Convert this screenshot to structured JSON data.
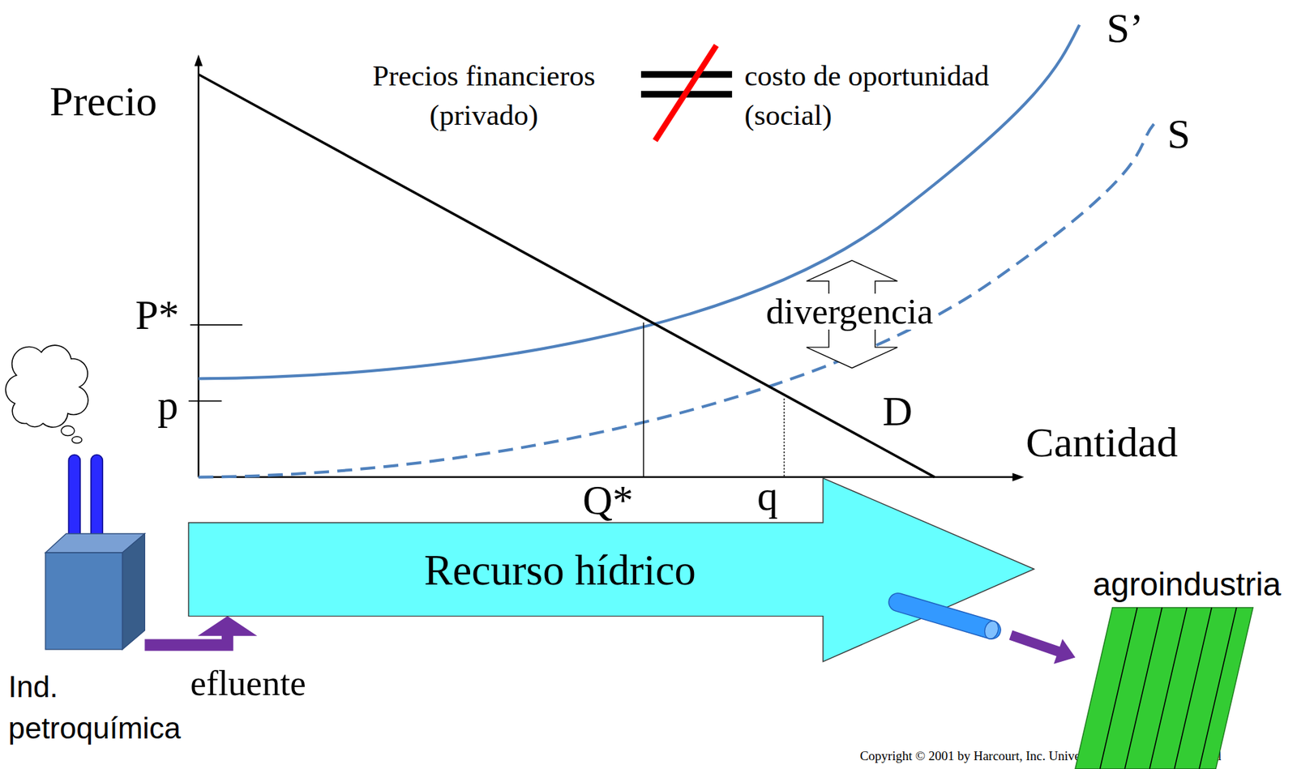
{
  "diagram": {
    "nodes": [
      {
        "text": [
          "Ind. petroquímica"
        ]
      },
      {
        "text": [
          "Recurso hídrico"
        ]
      },
      {
        "text": [
          "agroindustria"
        ]
      }
    ],
    "edges": [
      {
        "from": 0,
        "to": 1,
        "arrow": "to",
        "label": "efluente"
      },
      {
        "from": 1,
        "to": 2,
        "arrow": "to"
      }
    ],
    "labels": [
      "Precio",
      "P*",
      "p",
      "Precios financieros (privado)",
      "costo de oportunidad (social)",
      "S’",
      "S",
      "divergencia",
      "D",
      "Cantidad",
      "Q*",
      "q",
      "Copyright © 2001 by Harcourt, Inc. Universidad Carlos III de Madrid"
    ]
  }
}
